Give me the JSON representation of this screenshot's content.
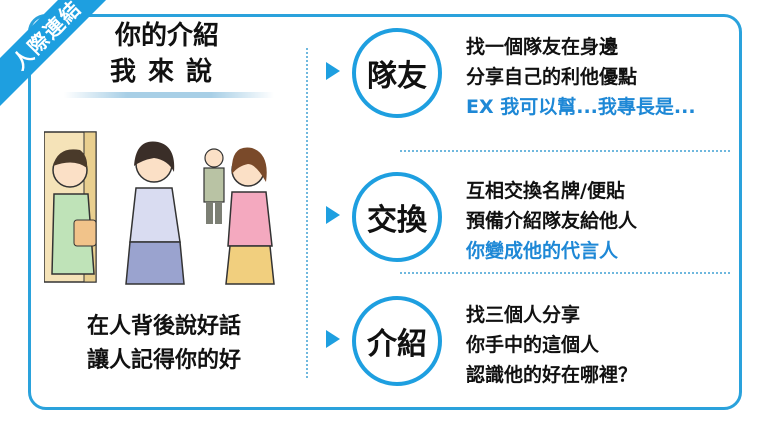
{
  "corner_tag": "人際連結",
  "left": {
    "title_line1": "你的介紹",
    "title_line2": "我來說",
    "caption_line1": "在人背後說好話",
    "caption_line2": "讓人記得你的好"
  },
  "rows": [
    {
      "circle": "隊友",
      "lines": [
        "找一個隊友在身邊",
        "分享自己的利他優點"
      ],
      "blue": "EX 我可以幫...我專長是..."
    },
    {
      "circle": "交換",
      "lines": [
        "互相交換名牌/便貼",
        "預備介紹隊友給他人"
      ],
      "blue": "你變成他的代言人"
    },
    {
      "circle": "介紹",
      "lines": [
        "找三個人分享",
        "你手中的這個人",
        "認識他的好在哪裡？"
      ],
      "blue": ""
    }
  ],
  "colors": {
    "accent": "#1e9fe0",
    "blue_text": "#1e88d6"
  }
}
